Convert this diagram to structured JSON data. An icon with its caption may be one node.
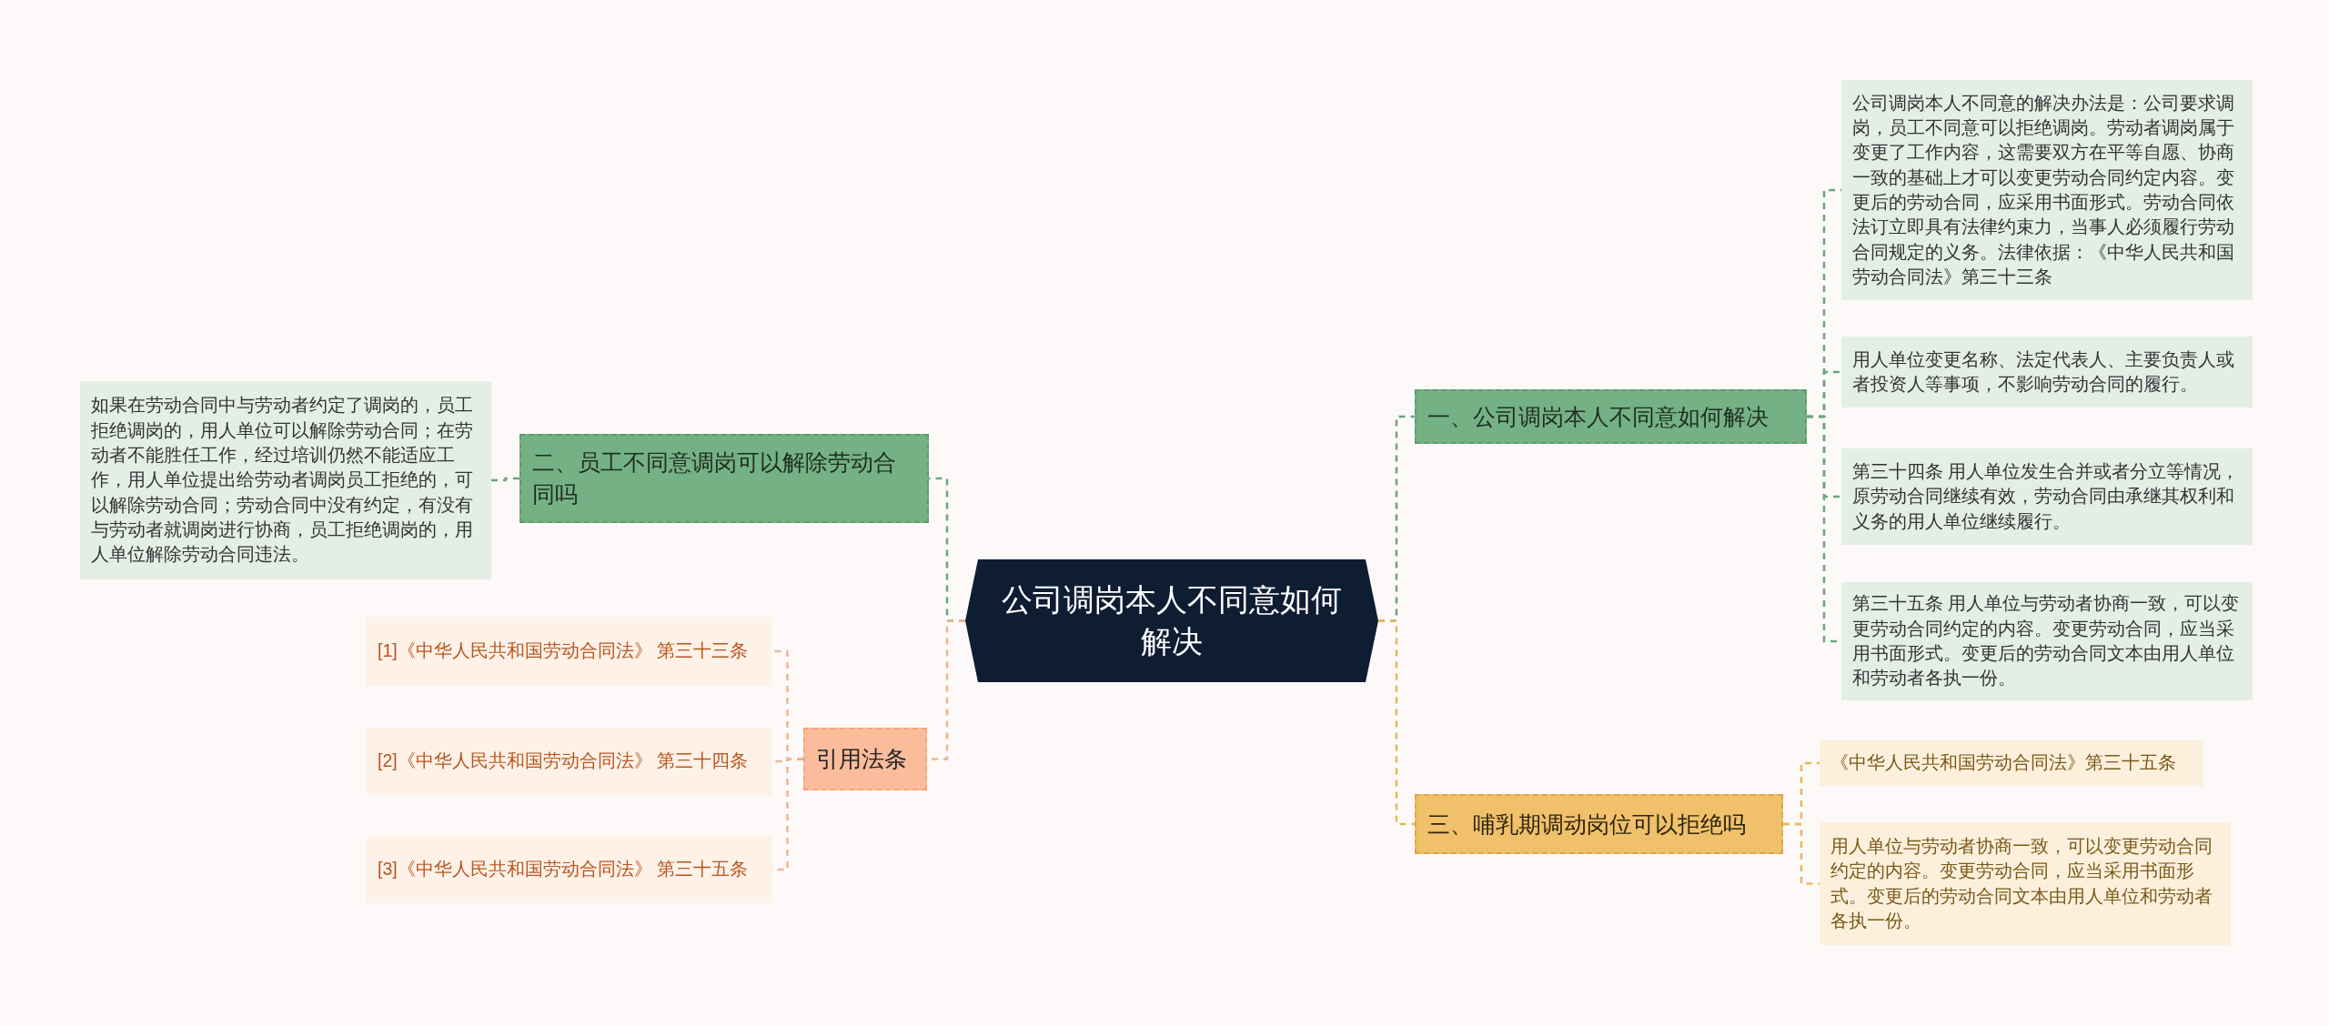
{
  "diagram": {
    "nodes": [
      {
        "text": [
          "公司调岗本人不同意如何解决"
        ]
      },
      {
        "text": [
          "一、公司调岗本人不同意如何解决"
        ]
      },
      {
        "text": [
          "公司调岗本人不同意的解决办法是：公司要求调岗，员工不同意可以拒绝调岗。劳动者调岗属于变更了工作内容，这需要双方在平等自愿、协商一致的基础上才可以变更劳动合同约定内容。变更后的劳动合同，应采用书面形式。劳动合同依法订立即具有法律约束力，当事人必须履行劳动合同规定的义务。法律依据：《中华人民共和国劳动合同法》第三十三条"
        ]
      },
      {
        "text": [
          "用人单位变更名称、法定代表人、主要负责人或者投资人等事项，不影响劳动合同的履行。"
        ]
      },
      {
        "text": [
          "第三十四条 用人单位发生合并或者分立等情况，原劳动合同继续有效，劳动合同由承继其权利和义务的用人单位继续履行。"
        ]
      },
      {
        "text": [
          "第三十五条 用人单位与劳动者协商一致，可以变更劳动合同约定的内容。变更劳动合同，应当采用书面形式。变更后的劳动合同文本由用人单位和劳动者各执一份。"
        ]
      },
      {
        "text": [
          "三、哺乳期调动岗位可以拒绝吗"
        ]
      },
      {
        "text": [
          "《中华人民共和国劳动合同法》第三十五条"
        ]
      },
      {
        "text": [
          "用人单位与劳动者协商一致，可以变更劳动合同约定的内容。变更劳动合同，应当采用书面形式。变更后的劳动合同文本由用人单位和劳动者各执一份。"
        ]
      },
      {
        "text": [
          "二、员工不同意调岗可以解除劳动合同吗"
        ]
      },
      {
        "text": [
          "如果在劳动合同中与劳动者约定了调岗的，员工拒绝调岗的，用人单位可以解除劳动合同；在劳动者不能胜任工作，经过培训仍然不能适应工作，用人单位提出给劳动者调岗员工拒绝的，可以解除劳动合同；劳动合同中没有约定，有没有与劳动者就调岗进行协商，员工拒绝调岗的，用人单位解除劳动合同违法。"
        ]
      },
      {
        "text": [
          "引用法条"
        ]
      },
      {
        "text": [
          "[1]《中华人民共和国劳动合同法》 第三十三条"
        ]
      },
      {
        "text": [
          "[2]《中华人民共和国劳动合同法》 第三十四条"
        ]
      },
      {
        "text": [
          "[3]《中华人民共和国劳动合同法》 第三十五条"
        ]
      }
    ],
    "edges": [
      {
        "from": 0,
        "to": 1,
        "arrow": "none",
        "style": "dashed"
      },
      {
        "from": 1,
        "to": 2,
        "arrow": "none",
        "style": "dashed"
      },
      {
        "from": 1,
        "to": 3,
        "arrow": "none",
        "style": "dashed"
      },
      {
        "from": 1,
        "to": 4,
        "arrow": "none",
        "style": "dashed"
      },
      {
        "from": 1,
        "to": 5,
        "arrow": "none",
        "style": "dashed"
      },
      {
        "from": 0,
        "to": 6,
        "arrow": "none",
        "style": "dashed",
        "color": "#e6b85c"
      },
      {
        "from": 6,
        "to": 7,
        "arrow": "none",
        "style": "dashed",
        "color": "#e6b85c"
      },
      {
        "from": 6,
        "to": 8,
        "arrow": "none",
        "style": "dashed",
        "color": "#e6b85c"
      },
      {
        "from": 0,
        "to": 9,
        "arrow": "none",
        "style": "dashed"
      },
      {
        "from": 9,
        "to": 10,
        "arrow": "none",
        "style": "dashed"
      },
      {
        "from": 0,
        "to": 11,
        "arrow": "none",
        "style": "dashed",
        "color": "#f0b48f"
      },
      {
        "from": 11,
        "to": 12,
        "arrow": "none",
        "style": "dashed",
        "color": "#f0b48f"
      },
      {
        "from": 11,
        "to": 13,
        "arrow": "none",
        "style": "dashed",
        "color": "#f0b48f"
      },
      {
        "from": 11,
        "to": 14,
        "arrow": "none",
        "style": "dashed",
        "color": "#f0b48f"
      }
    ]
  }
}
